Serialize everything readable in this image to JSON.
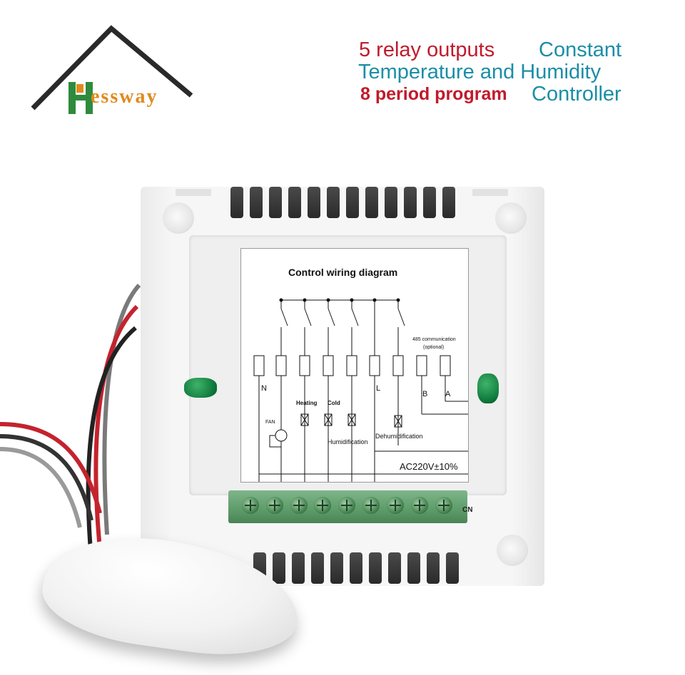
{
  "brand": {
    "name": "Hessway",
    "logo_text": "essway"
  },
  "headline": {
    "relay": "5 relay outputs",
    "constant": "Constant",
    "temp_humidity": "Temperature and Humidity",
    "period": "8 period program",
    "controller": "Controller"
  },
  "diagram": {
    "title": "Control wiring diagram",
    "comm": "485 communication",
    "optional": "(optional)",
    "n": "N",
    "l": "L",
    "b": "B",
    "a": "A",
    "fan": "FAN",
    "heating": "Heating",
    "cold": "Cold",
    "humidification": "Humidification",
    "dehumidification": "Dehumidification",
    "ac": "AC220V±10%"
  },
  "terminal": {
    "label": "CN",
    "screws": 9
  },
  "colors": {
    "brand_red": "#c21a2b",
    "brand_teal": "#1b8ea6",
    "logo_orange": "#e08a1e",
    "logo_green": "#2e8b3e",
    "led_green": "#0f7a3c"
  }
}
